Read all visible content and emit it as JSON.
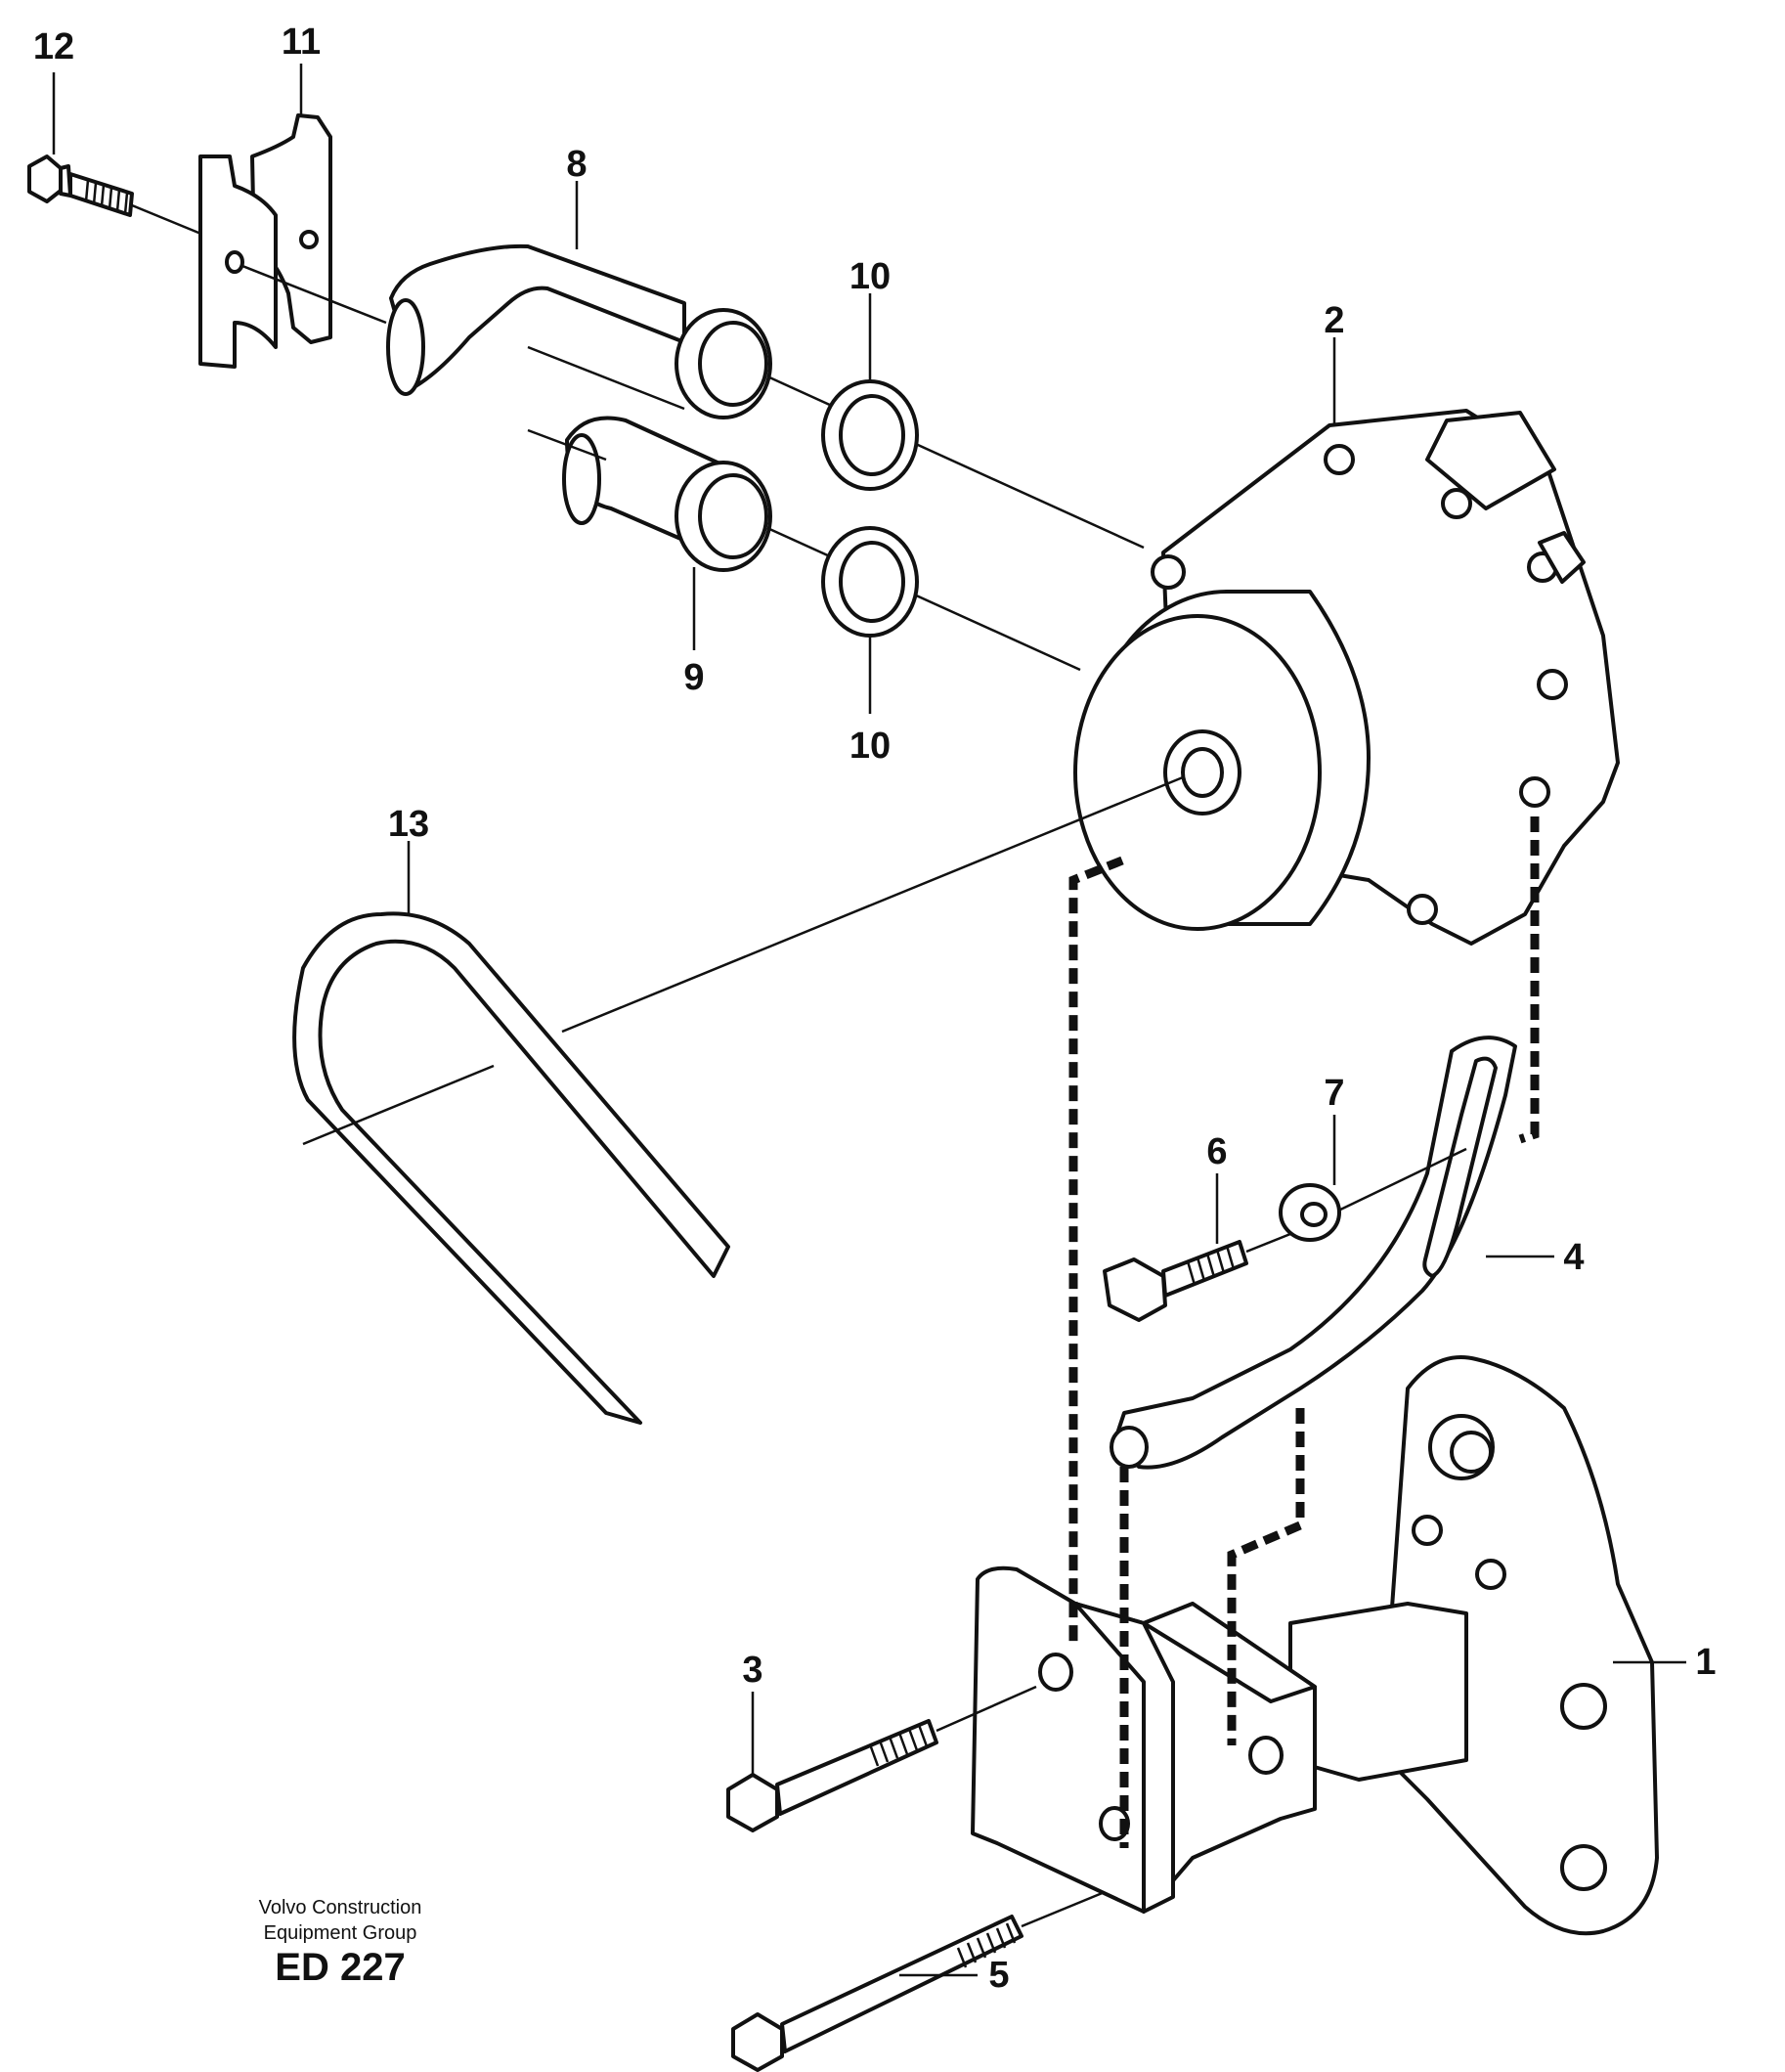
{
  "callouts": {
    "c1": "1",
    "c2": "2",
    "c3": "3",
    "c4": "4",
    "c5": "5",
    "c6": "6",
    "c7": "7",
    "c8": "8",
    "c9": "9",
    "c10a": "10",
    "c10b": "10",
    "c11": "11",
    "c12": "12",
    "c13": "13"
  },
  "footer": {
    "publisher_line1": "Volvo Construction",
    "publisher_line2": "Equipment Group",
    "drawing_code": "ED 227"
  }
}
